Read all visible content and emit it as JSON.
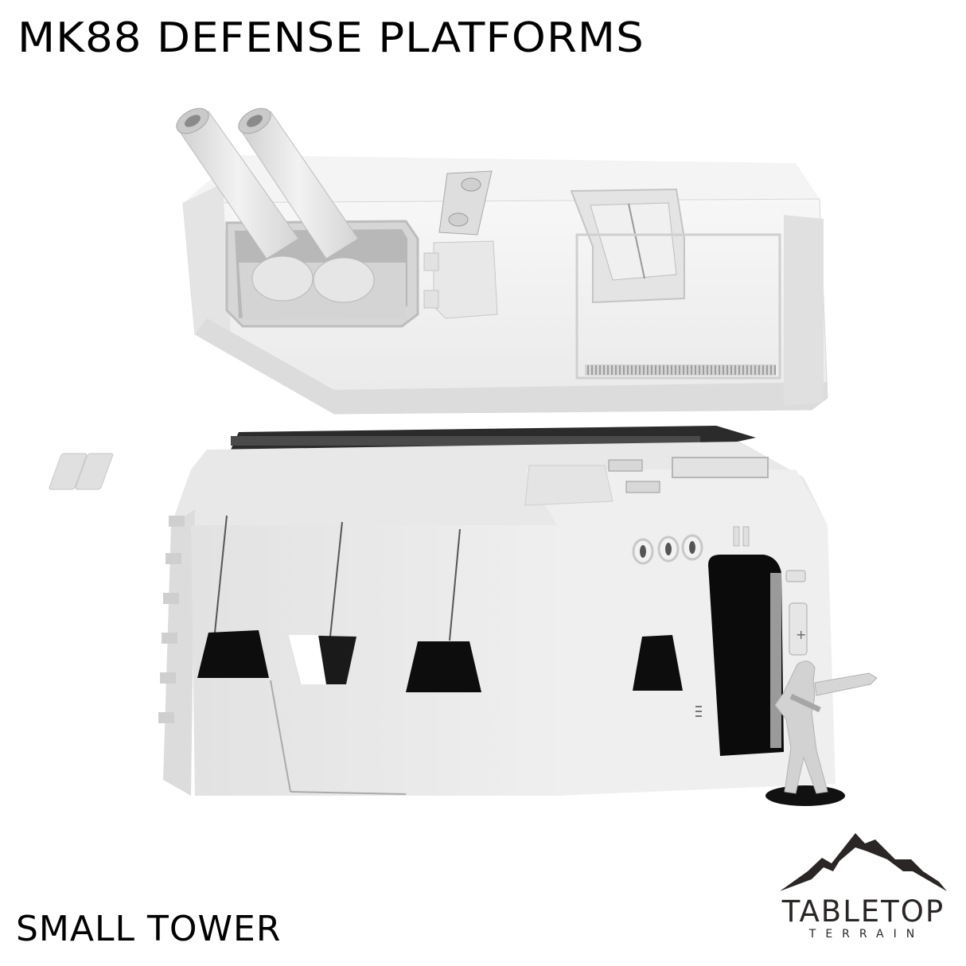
{
  "header": {
    "title": "MK88 DEFENSE PLATFORMS"
  },
  "footer": {
    "subtitle": "SMALL TOWER"
  },
  "logo": {
    "brand": "TABLETOP",
    "sub": "TERRAIN",
    "mountain_color": "#2a2625"
  },
  "scene": {
    "subject": "turret-tower-model",
    "model_color": "#ececec",
    "shadow_color": "#1a1a1a",
    "miniature": "armored-trooper-figure"
  }
}
